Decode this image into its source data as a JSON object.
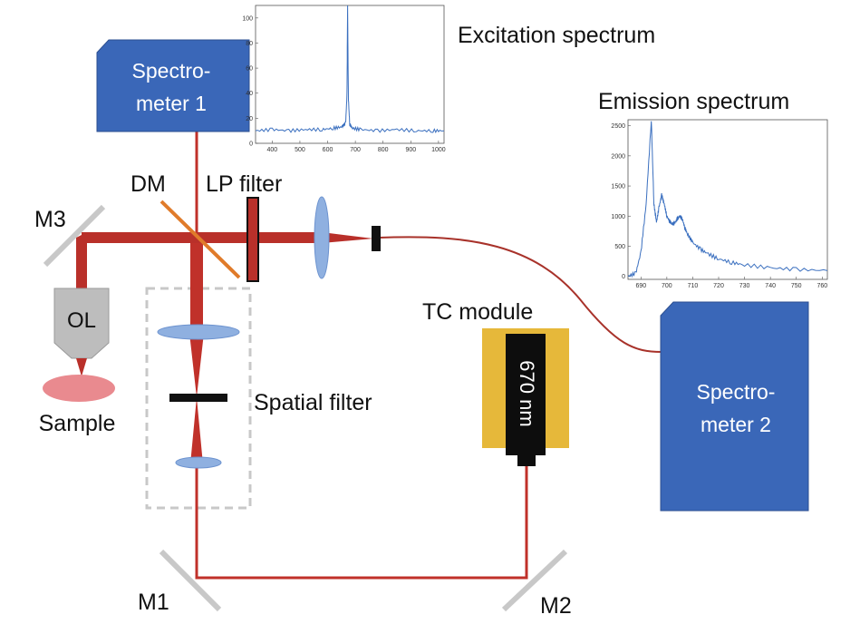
{
  "labels": {
    "spectrometer1": [
      "Spectro-",
      "meter 1"
    ],
    "spectrometer2": [
      "Spectro-",
      "meter 2"
    ],
    "dm": "DM",
    "lp_filter": "LP filter",
    "m1": "M1",
    "m2": "M2",
    "m3": "M3",
    "ol": "OL",
    "sample": "Sample",
    "spatial_filter": "Spatial filter",
    "tc_module": "TC module",
    "laser": "670 nm",
    "excitation_title": "Excitation spectrum",
    "emission_title": "Emission spectrum"
  },
  "colors": {
    "spectrometer": "#3a67b8",
    "beam": "#c0312a",
    "beam_dark": "#9e2a22",
    "lens": "#8fb0e0",
    "dichroic": "#e07b2a",
    "mirror": "#c8c8c8",
    "tc_module": "#e6b83a",
    "sample": "#e98a8f",
    "fiber": "#a8322a",
    "spectrum_line": "#3a6fbf"
  },
  "chart_data": [
    {
      "name": "excitation",
      "type": "line",
      "title": "Excitation spectrum",
      "xlabel": "",
      "ylabel": "",
      "xlim": [
        340,
        1020
      ],
      "ylim": [
        0,
        110
      ],
      "xticks": [
        "400",
        "500",
        "600",
        "700",
        "800",
        "900",
        "1000"
      ],
      "yticks": [
        "0",
        "20",
        "40",
        "60",
        "80",
        "100"
      ],
      "series": [
        {
          "x": [
            340,
            400,
            460,
            520,
            580,
            620,
            650,
            665,
            670,
            672,
            675,
            680,
            690,
            720,
            780,
            850,
            920,
            980,
            1020
          ],
          "y": [
            10,
            11,
            10,
            11,
            11,
            12,
            13,
            16,
            40,
            110,
            35,
            15,
            12,
            11,
            10,
            11,
            10,
            10,
            10
          ]
        }
      ]
    },
    {
      "name": "emission",
      "type": "line",
      "title": "Emission spectrum",
      "xlabel": "",
      "ylabel": "",
      "xlim": [
        685,
        762
      ],
      "ylim": [
        -50,
        2600
      ],
      "xticks": [
        "690",
        "700",
        "710",
        "720",
        "730",
        "740",
        "750",
        "760"
      ],
      "yticks": [
        "0",
        "500",
        "1000",
        "1500",
        "2000",
        "2500"
      ],
      "series": [
        {
          "x": [
            685,
            688,
            690,
            692,
            694,
            695,
            696,
            697,
            698,
            699,
            700,
            701,
            702,
            703,
            704,
            705,
            706,
            707,
            708,
            710,
            713,
            716,
            720,
            725,
            730,
            740,
            750,
            762
          ],
          "y": [
            0,
            50,
            400,
            1200,
            2600,
            1200,
            900,
            1150,
            1350,
            1200,
            1000,
            920,
            870,
            880,
            950,
            1000,
            950,
            800,
            700,
            560,
            450,
            370,
            290,
            230,
            190,
            140,
            115,
            95
          ]
        }
      ]
    }
  ]
}
